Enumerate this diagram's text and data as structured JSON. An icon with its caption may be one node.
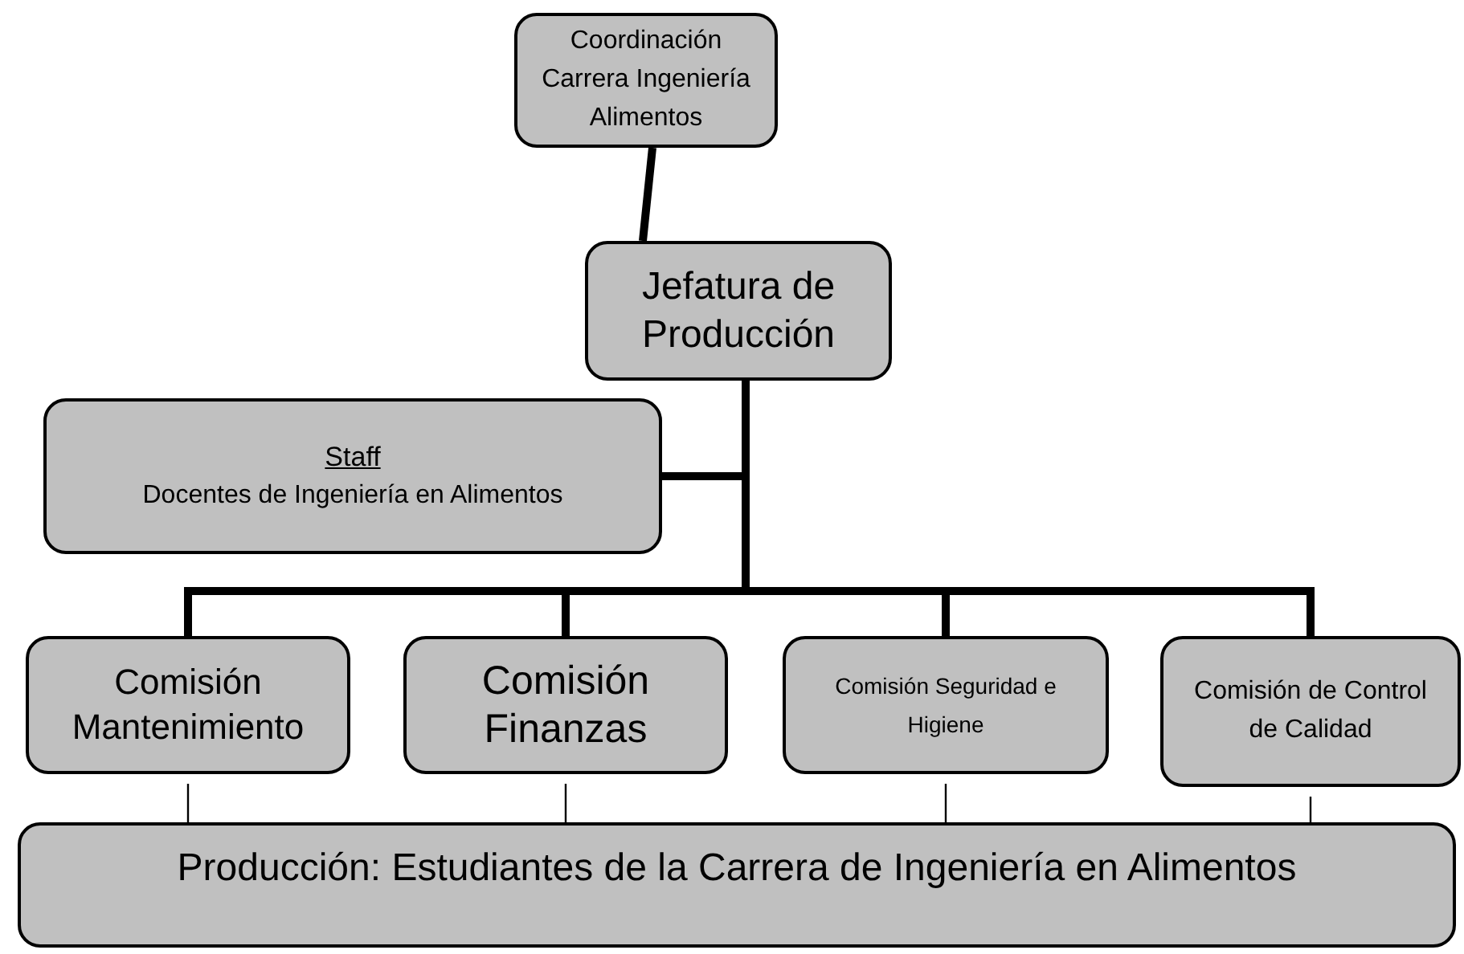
{
  "diagram": {
    "nodes": [
      {
        "text": [
          "Coordinación Carrera Ingeniería Alimentos"
        ]
      },
      {
        "text": [
          "Jefatura de Producción"
        ]
      },
      {
        "text": [
          "Staff",
          "Docentes de Ingeniería en Alimentos"
        ]
      },
      {
        "text": [
          "Comisión Mantenimiento"
        ]
      },
      {
        "text": [
          "Comisión Finanzas"
        ]
      },
      {
        "text": [
          "Comisión Seguridad e Higiene"
        ]
      },
      {
        "text": [
          "Comisión de Control de Calidad"
        ]
      },
      {
        "text": [
          "Producción: Estudiantes de la Carrera de Ingeniería en Alimentos"
        ]
      }
    ],
    "edges": [
      {
        "from": 0,
        "to": 1,
        "arrow": "none"
      },
      {
        "from": 1,
        "to": 2,
        "arrow": "none"
      },
      {
        "from": 1,
        "to": 3,
        "arrow": "none"
      },
      {
        "from": 1,
        "to": 4,
        "arrow": "none"
      },
      {
        "from": 1,
        "to": 5,
        "arrow": "none"
      },
      {
        "from": 1,
        "to": 6,
        "arrow": "none"
      },
      {
        "from": 3,
        "to": 7,
        "arrow": "none"
      },
      {
        "from": 4,
        "to": 7,
        "arrow": "none"
      },
      {
        "from": 5,
        "to": 7,
        "arrow": "none"
      },
      {
        "from": 6,
        "to": 7,
        "arrow": "none"
      }
    ]
  }
}
